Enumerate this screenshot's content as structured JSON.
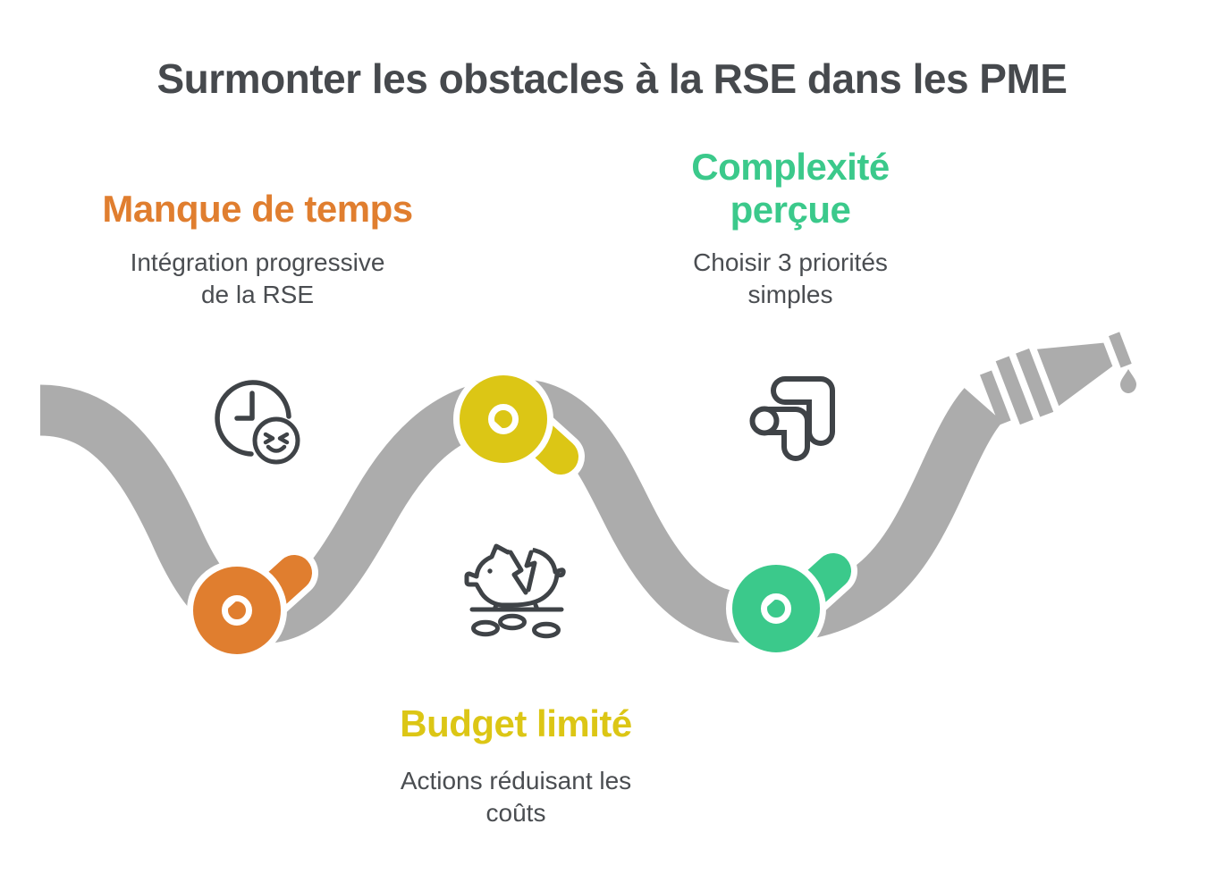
{
  "title": "Surmonter les obstacles à la RSE dans les PME",
  "obstacles": [
    {
      "heading_lines": [
        "Manque de temps"
      ],
      "description_lines": [
        "Intégration progressive",
        "de la RSE"
      ],
      "color_name": "orange",
      "icon": "clock-wink-icon",
      "knot": "orange-knot"
    },
    {
      "heading_lines": [
        "Complexité",
        "perçue"
      ],
      "description_lines": [
        "Choisir 3 priorités",
        "simples"
      ],
      "color_name": "green",
      "icon": "corner-arrows-icon",
      "knot": "green-knot"
    },
    {
      "heading_lines": [
        "Budget limité"
      ],
      "description_lines": [
        "Actions réduisant les",
        "coûts"
      ],
      "color_name": "yellow",
      "icon": "broken-piggy-bank-icon",
      "knot": "yellow-knot"
    }
  ],
  "colors": {
    "orange": "#E07E2F",
    "yellow": "#DCC615",
    "green": "#3BC98B",
    "rope_gray": "#ACACAC",
    "icon_stroke": "#3F4347",
    "title_text": "#46494D",
    "body_text": "#4A4D51"
  }
}
